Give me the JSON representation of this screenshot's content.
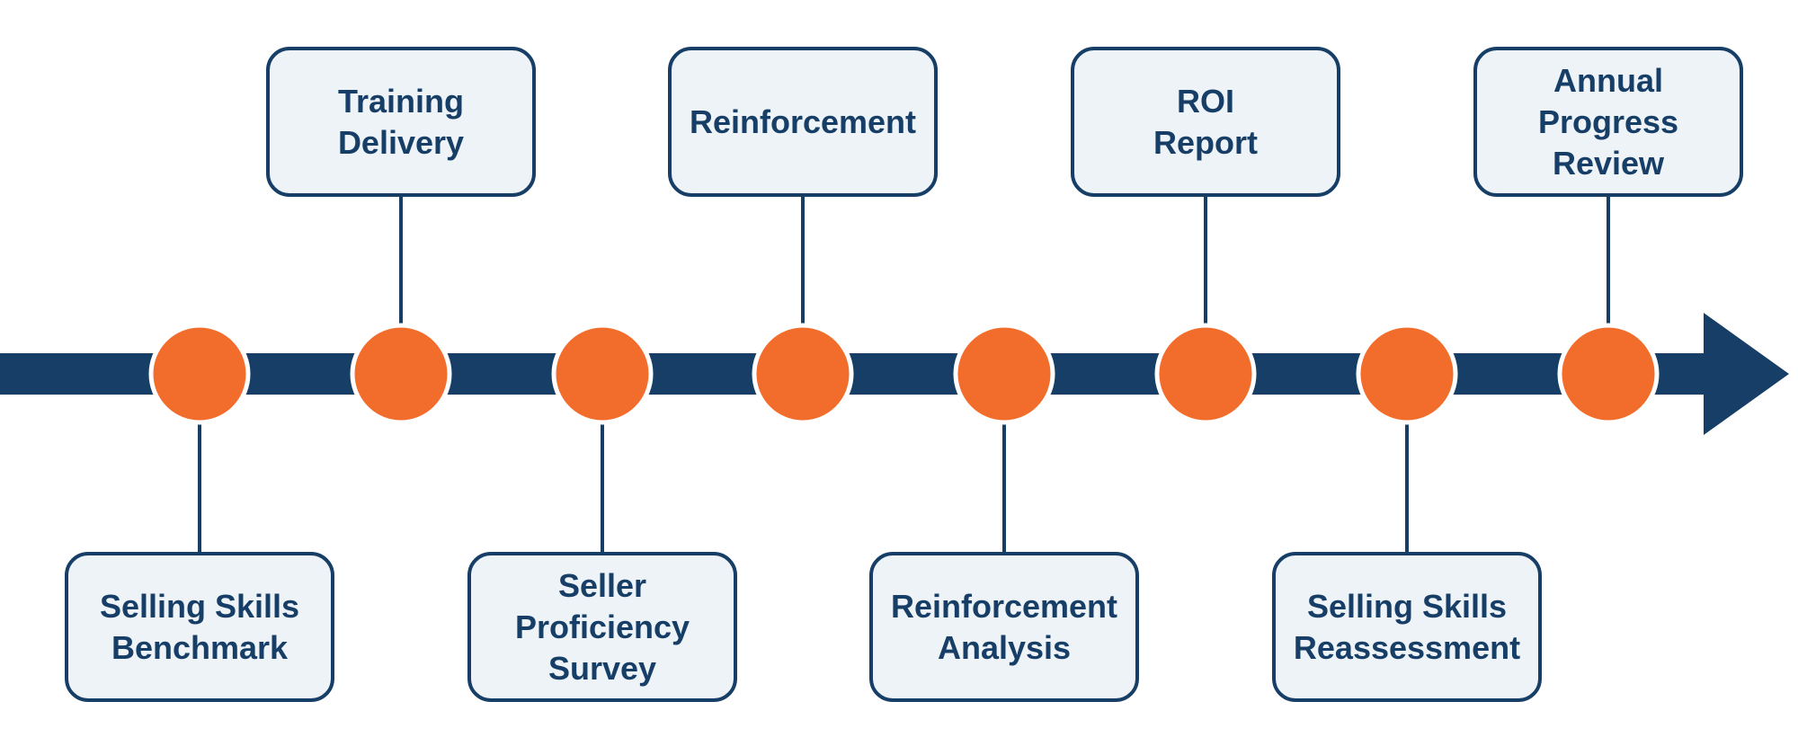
{
  "colors": {
    "axis": "#173e66",
    "milestone": "#f26d2c",
    "box_fill": "#eef3f7",
    "box_border": "#173e66",
    "text": "#173e66"
  },
  "milestones": [
    {
      "lines": [
        "Selling Skills",
        "Benchmark"
      ],
      "position": "below"
    },
    {
      "lines": [
        "Training",
        "Delivery"
      ],
      "position": "above"
    },
    {
      "lines": [
        "Seller",
        "Proficiency",
        "Survey"
      ],
      "position": "below"
    },
    {
      "lines": [
        "Reinforcement"
      ],
      "position": "above"
    },
    {
      "lines": [
        "Reinforcement",
        "Analysis"
      ],
      "position": "below"
    },
    {
      "lines": [
        "ROI",
        "Report"
      ],
      "position": "above"
    },
    {
      "lines": [
        "Selling Skills",
        "Reassessment"
      ],
      "position": "below"
    },
    {
      "lines": [
        "Annual",
        "Progress",
        "Review"
      ],
      "position": "above"
    }
  ]
}
